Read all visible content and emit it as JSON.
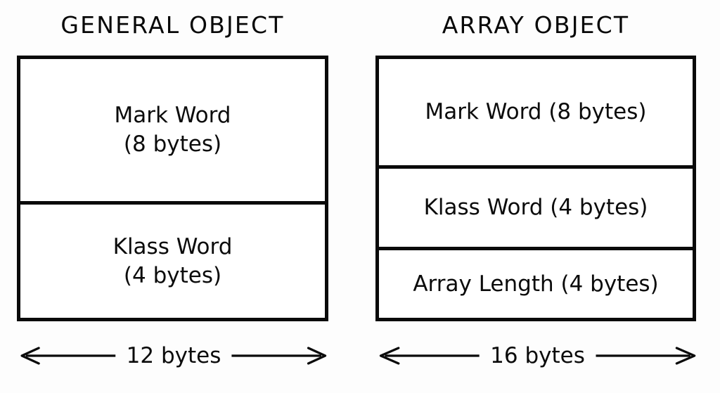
{
  "diagram": {
    "background_color": "#fdfdfd",
    "stroke_color": "#0a0a0a",
    "text_color": "#0b0b0b",
    "panels": [
      {
        "id": "general-object",
        "title": "GENERAL OBJECT",
        "cells": [
          {
            "id": "mark-word",
            "text": "Mark Word\n(8 bytes)"
          },
          {
            "id": "klass-word",
            "text": "Klass Word\n(4 bytes)"
          }
        ],
        "dimension": {
          "label": "12 bytes",
          "arrow": "double-headed-horizontal"
        }
      },
      {
        "id": "array-object",
        "title": "ARRAY OBJECT",
        "cells": [
          {
            "id": "mark-word",
            "text": "Mark Word (8 bytes)"
          },
          {
            "id": "klass-word",
            "text": "Klass Word (4 bytes)"
          },
          {
            "id": "array-length",
            "text": "Array Length (4 bytes)"
          }
        ],
        "dimension": {
          "label": "16 bytes",
          "arrow": "double-headed-horizontal"
        }
      }
    ]
  }
}
